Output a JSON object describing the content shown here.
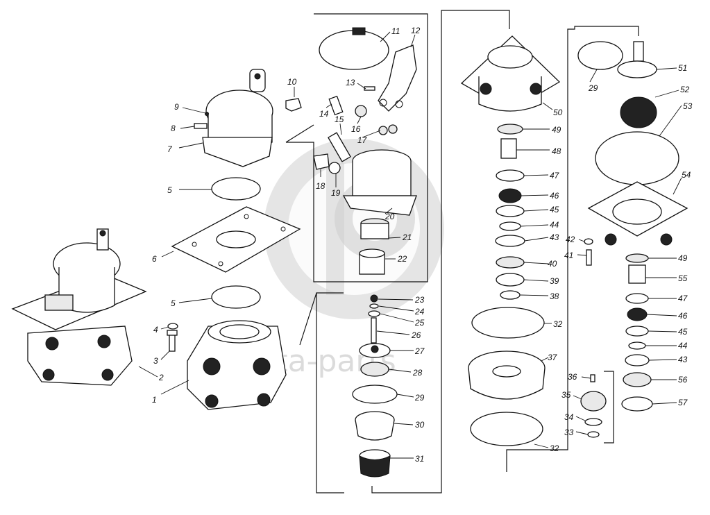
{
  "watermark": {
    "text": "okta-parts"
  },
  "labels": {
    "p1": "1",
    "p2": "2",
    "p3": "3",
    "p4": "4",
    "p5a": "5",
    "p5b": "5",
    "p6": "6",
    "p7": "7",
    "p8": "8",
    "p9": "9",
    "p10": "10",
    "p11": "11",
    "p12": "12",
    "p13": "13",
    "p14": "14",
    "p15": "15",
    "p16": "16",
    "p17": "17",
    "p18": "18",
    "p19": "19",
    "p20": "20",
    "p21": "21",
    "p22": "22",
    "p23": "23",
    "p24": "24",
    "p25": "25",
    "p26": "26",
    "p27": "27",
    "p28": "28",
    "p29a": "29",
    "p30": "30",
    "p31": "31",
    "p32a": "32",
    "p32b": "32",
    "p33": "33",
    "p34": "34",
    "p35": "35",
    "p36": "36",
    "p37": "37",
    "p38": "38",
    "p39": "39",
    "p40": "40",
    "p41": "41",
    "p42": "42",
    "p43a": "43",
    "p44a": "44",
    "p45a": "45",
    "p46a": "46",
    "p47a": "47",
    "p48": "48",
    "p49a": "49",
    "p50": "50",
    "p29b": "29",
    "p51": "51",
    "p52": "52",
    "p53": "53",
    "p54": "54",
    "p49b": "49",
    "p55": "55",
    "p47b": "47",
    "p46b": "46",
    "p45b": "45",
    "p44b": "44",
    "p43b": "43",
    "p56": "56",
    "p57": "57"
  }
}
